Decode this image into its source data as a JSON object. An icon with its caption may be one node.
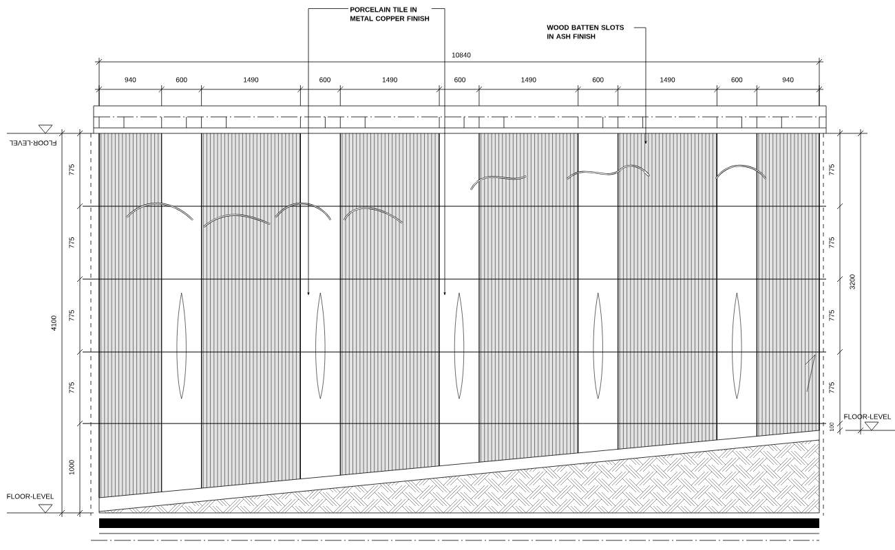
{
  "diagram": {
    "nodes": [
      {
        "text": [
          "PORCELAIN TILE IN METAL COPPER FINISH"
        ]
      },
      {
        "text": [
          "WOOD BATTEN SLOTS IN ASH FINISH"
        ]
      }
    ],
    "edges": [
      {
        "from": 0,
        "to": null,
        "arrow": "to"
      },
      {
        "from": 0,
        "to": null,
        "arrow": "to"
      },
      {
        "from": 1,
        "to": null,
        "arrow": "to"
      }
    ],
    "labels": [
      "10840",
      "940",
      "600",
      "1490",
      "600",
      "1490",
      "600",
      "1490",
      "600",
      "1490",
      "600",
      "940",
      "FLOOR-LEVEL",
      "775",
      "775",
      "775",
      "775",
      "4100",
      "1000",
      "FLOOR-LEVEL",
      "775",
      "775",
      "775",
      "775",
      "3200",
      "100",
      "FLOOR-LEVEL"
    ]
  }
}
